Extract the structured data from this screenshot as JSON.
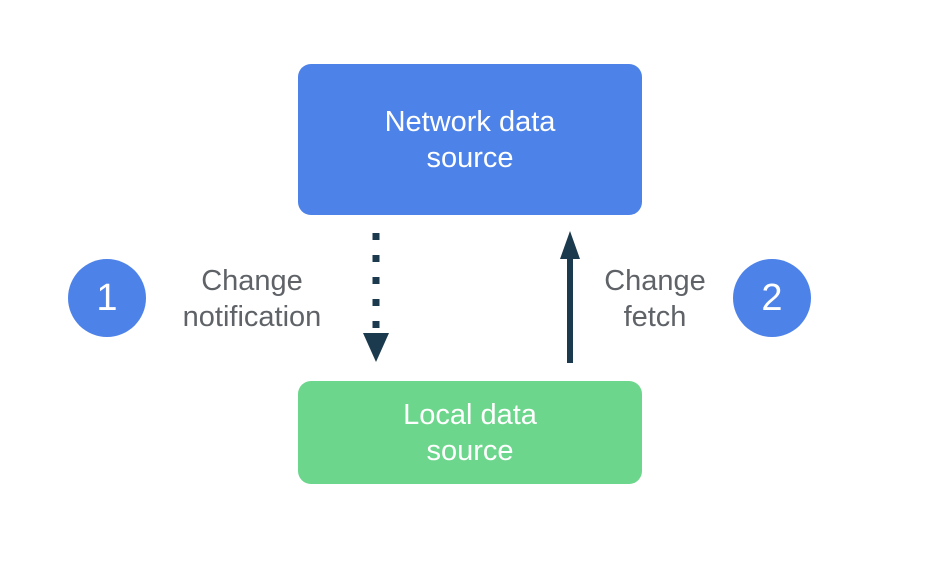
{
  "diagram": {
    "colors": {
      "box-blue": "#4d82e8",
      "box-green": "#6cd78c",
      "arrow-navy": "#1c3a4e",
      "label-gray": "#5f6368",
      "text-white": "#ffffff",
      "background": "#ffffff"
    },
    "network_box": {
      "line1": "Network data",
      "line2": "source"
    },
    "local_box": {
      "line1": "Local data",
      "line2": "source"
    },
    "step1": {
      "number": "1",
      "line1": "Change",
      "line2": "notification"
    },
    "step2": {
      "number": "2",
      "line1": "Change",
      "line2": "fetch"
    },
    "arrows": [
      {
        "name": "change-notification-arrow",
        "style": "dotted",
        "direction": "down",
        "from": "Network data source",
        "to": "Local data source"
      },
      {
        "name": "change-fetch-arrow",
        "style": "solid",
        "direction": "up",
        "from": "Local data source",
        "to": "Network data source"
      }
    ]
  }
}
